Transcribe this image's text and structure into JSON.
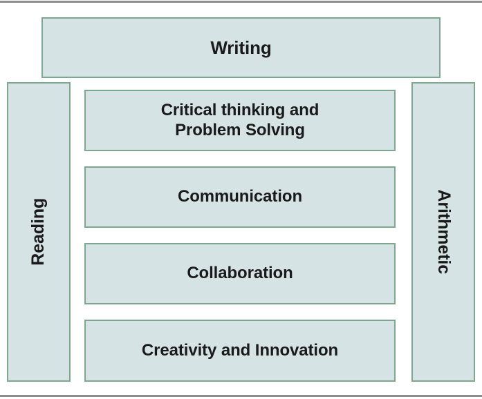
{
  "diagram": {
    "title": "",
    "colors": {
      "box_fill": "#d6e3e5",
      "box_border": "#7fa68f",
      "text": "#1a1a1a",
      "rule": "#8c8c8c",
      "background": "#ffffff"
    },
    "boxes": {
      "top": {
        "label": "Writing",
        "orientation": "horizontal"
      },
      "left": {
        "label": "Reading",
        "orientation": "vertical-up"
      },
      "right": {
        "label": "Arithmetic",
        "orientation": "vertical-down"
      },
      "middle": [
        {
          "label": "Critical thinking and\nProblem Solving"
        },
        {
          "label": "Communication"
        },
        {
          "label": "Collaboration"
        },
        {
          "label": "Creativity and Innovation"
        }
      ]
    }
  }
}
